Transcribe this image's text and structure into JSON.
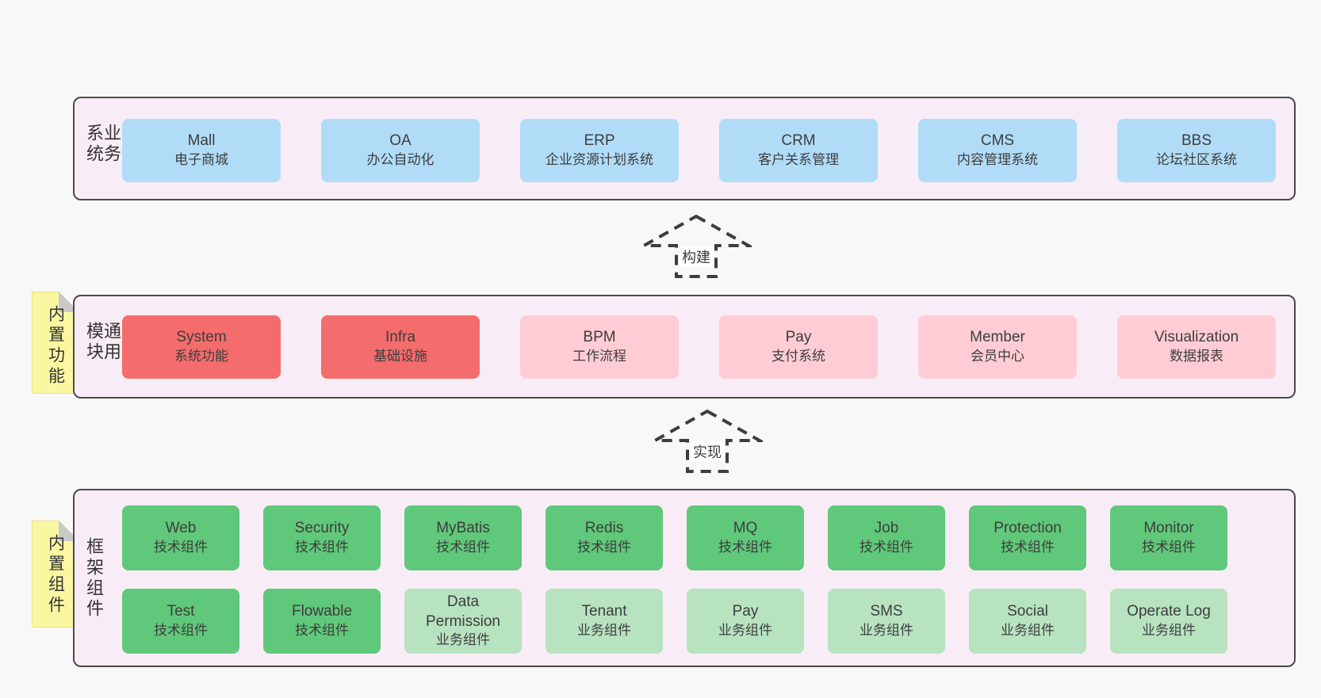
{
  "colors": {
    "page_bg": "#f8f8f8",
    "layer_bg": "#f8edf6",
    "layer_border": "#4a4a4a",
    "blue_box": "#b0dcf8",
    "red_box": "#f56c6c",
    "pink_box": "#ffccd5",
    "green_box": "#60c87a",
    "light_green_box": "#b7e3c0",
    "note_yellow": "#faf7a2",
    "fold_gray": "#c9c9c9",
    "text": "#3d3d3d"
  },
  "arrows": {
    "build_label": "构建",
    "implement_label": "实现"
  },
  "layers": {
    "business": {
      "side_label": "业务系统",
      "boxes": [
        {
          "name": "Mall",
          "desc": "电子商城",
          "variant": "blue"
        },
        {
          "name": "OA",
          "desc": "办公自动化",
          "variant": "blue"
        },
        {
          "name": "ERP",
          "desc": "企业资源计划系统",
          "variant": "blue"
        },
        {
          "name": "CRM",
          "desc": "客户关系管理",
          "variant": "blue"
        },
        {
          "name": "CMS",
          "desc": "内容管理系统",
          "variant": "blue"
        },
        {
          "name": "BBS",
          "desc": "论坛社区系统",
          "variant": "blue"
        }
      ]
    },
    "modules": {
      "side_label": "通用模块",
      "note_label": "内置功能",
      "boxes": [
        {
          "name": "System",
          "desc": "系统功能",
          "variant": "red"
        },
        {
          "name": "Infra",
          "desc": "基础设施",
          "variant": "red"
        },
        {
          "name": "BPM",
          "desc": "工作流程",
          "variant": "pink"
        },
        {
          "name": "Pay",
          "desc": "支付系统",
          "variant": "pink"
        },
        {
          "name": "Member",
          "desc": "会员中心",
          "variant": "pink"
        },
        {
          "name": "Visualization",
          "desc": "数据报表",
          "variant": "pink"
        }
      ]
    },
    "components": {
      "side_label": "框架组件",
      "note_label": "内置组件",
      "row1": [
        {
          "name": "Web",
          "desc": "技术组件",
          "variant": "green"
        },
        {
          "name": "Security",
          "desc": "技术组件",
          "variant": "green"
        },
        {
          "name": "MyBatis",
          "desc": "技术组件",
          "variant": "green"
        },
        {
          "name": "Redis",
          "desc": "技术组件",
          "variant": "green"
        },
        {
          "name": "MQ",
          "desc": "技术组件",
          "variant": "green"
        },
        {
          "name": "Job",
          "desc": "技术组件",
          "variant": "green"
        },
        {
          "name": "Protection",
          "desc": "技术组件",
          "variant": "green"
        },
        {
          "name": "Monitor",
          "desc": "技术组件",
          "variant": "green"
        }
      ],
      "row2": [
        {
          "name": "Test",
          "desc": "技术组件",
          "variant": "green"
        },
        {
          "name": "Flowable",
          "desc": "技术组件",
          "variant": "green"
        },
        {
          "name": "Data Permission",
          "desc": "业务组件",
          "variant": "lightgreen"
        },
        {
          "name": "Tenant",
          "desc": "业务组件",
          "variant": "lightgreen"
        },
        {
          "name": "Pay",
          "desc": "业务组件",
          "variant": "lightgreen"
        },
        {
          "name": "SMS",
          "desc": "业务组件",
          "variant": "lightgreen"
        },
        {
          "name": "Social",
          "desc": "业务组件",
          "variant": "lightgreen"
        },
        {
          "name": "Operate Log",
          "desc": "业务组件",
          "variant": "lightgreen"
        }
      ]
    }
  }
}
